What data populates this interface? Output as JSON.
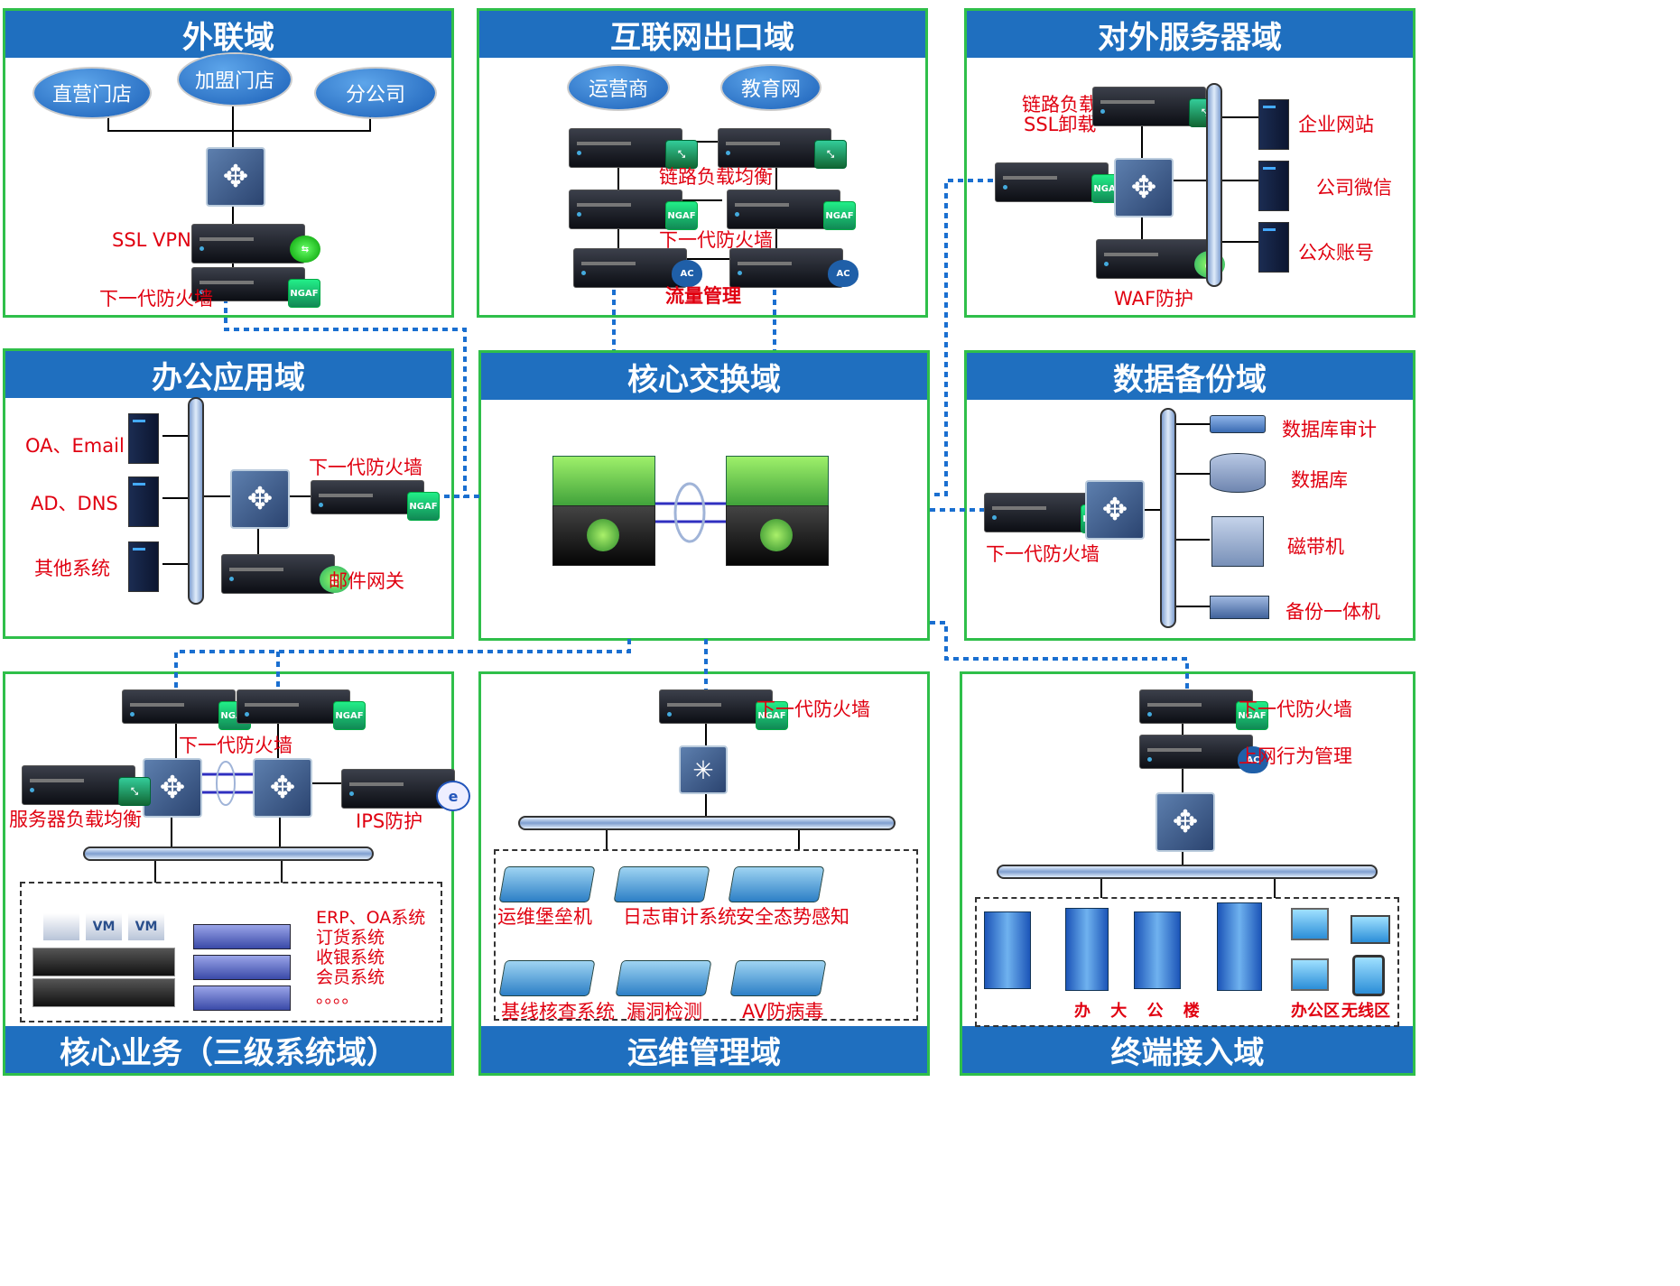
{
  "zones": {
    "waillian": {
      "title": "外联域"
    },
    "internet": {
      "title": "互联网出口域"
    },
    "external": {
      "title": "对外服务器域"
    },
    "office": {
      "title": "办公应用域"
    },
    "core": {
      "title": "核心交换域"
    },
    "backup": {
      "title": "数据备份域"
    },
    "business": {
      "title": "核心业务（三级系统域）"
    },
    "ops": {
      "title": "运维管理域"
    },
    "terminal": {
      "title": "终端接入域"
    }
  },
  "labels": {
    "direct_store": "直营门店",
    "franchise_store": "加盟门店",
    "branch": "分公司",
    "ssl_vpn": "SSL VPN",
    "ngfw": "下一代防火墙",
    "carrier": "运营商",
    "edu_net": "教育网",
    "link_lb": "链路负载均衡",
    "traffic_mgmt": "流量管理",
    "link_lb_ssl_1": "链路负载",
    "link_lb_ssl_2": "SSL卸载",
    "website": "企业网站",
    "wechat": "公司微信",
    "public_account": "公众账号",
    "waf": "WAF防护",
    "oa_email": "OA、Email",
    "ad_dns": "AD、DNS",
    "other_systems": "其他系统",
    "mail_gateway": "邮件网关",
    "db_audit": "数据库审计",
    "database": "数据库",
    "tape": "磁带机",
    "backup_appliance": "备份一体机",
    "server_lb": "服务器负载均衡",
    "ips": "IPS防护",
    "erp_list": [
      "ERP、OA系统",
      "订货系统",
      "收银系统",
      "会员系统",
      "。。。。"
    ],
    "vm": "VM",
    "bastion": "运维堡垒机",
    "log_audit": "日志审计系统",
    "situational": "安全态势感知",
    "baseline": "基线核查系统",
    "vuln": "漏洞检测",
    "av": "AV防病毒",
    "behavior_mgmt": "上网行为管理",
    "office_building": "办  大  公  楼",
    "office_area": "办公区",
    "wireless": "无线区"
  },
  "badges": {
    "ngaf": "NGAF",
    "ac": "AC"
  },
  "colors": {
    "accent": "#1f6fbf",
    "border": "#2fbf4a",
    "label": "#e00010",
    "link": "#1a6fd0"
  }
}
